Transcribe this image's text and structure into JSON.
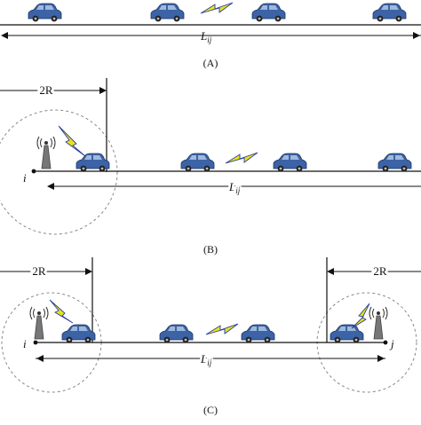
{
  "panels": {
    "a": {
      "caption": "(A)",
      "length_label": {
        "main": "L",
        "sub": "ij"
      }
    },
    "b": {
      "caption": "(B)",
      "range_label": "2R",
      "node_label": "i",
      "length_label": {
        "main": "L",
        "sub": "ij"
      }
    },
    "c": {
      "caption": "(C)",
      "range_label_left": "2R",
      "range_label_right": "2R",
      "node_label_left": "i",
      "node_label_right": "j",
      "length_label": {
        "main": "L",
        "sub": "ij"
      }
    }
  },
  "colors": {
    "car_body": "#3b63a6",
    "car_window": "#9fb9dd",
    "lightning_fill": "#e9e21a",
    "lightning_stroke": "#2a3f9e",
    "line": "#111111",
    "range_circle": "#888888",
    "tower": "#555555"
  }
}
